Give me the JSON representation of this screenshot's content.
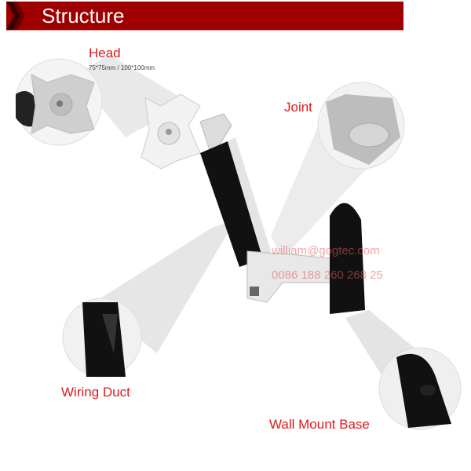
{
  "header": {
    "title": "Structure",
    "banner_color": "#9e0000"
  },
  "callouts": [
    {
      "id": "head",
      "label": "Head",
      "sublabel": "75*75mm / 100*100mm"
    },
    {
      "id": "joint",
      "label": "Joint"
    },
    {
      "id": "wiring-duct",
      "label": "Wiring Duct"
    },
    {
      "id": "wall-mount-base",
      "label": "Wall Mount Base"
    }
  ],
  "watermark": {
    "email": "william@gogtec.com",
    "phone": "0086 188 260 268 25"
  },
  "colors": {
    "label": "#e01b1b",
    "arm_light": "#e6e6e6",
    "arm_dark": "#111111"
  }
}
